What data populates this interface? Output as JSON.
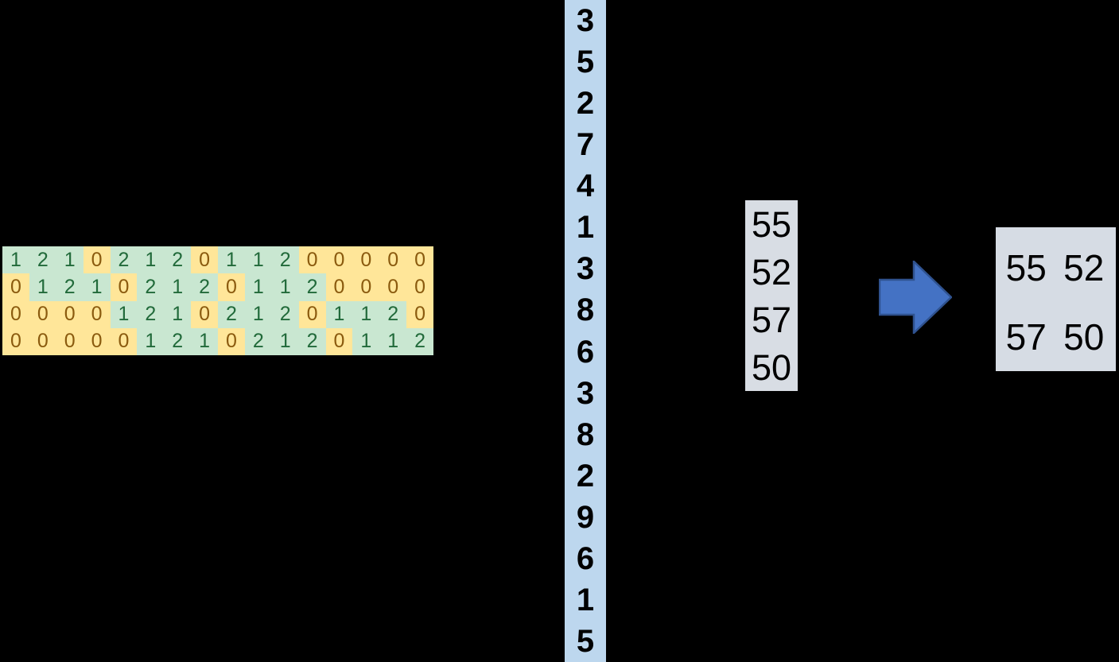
{
  "colors": {
    "background": "#000000",
    "matrix_green_fill": "#C9E7D1",
    "matrix_yellow_fill": "#FFE699",
    "matrix_green_text": "#216A3A",
    "matrix_brown_text": "#8A5A0E",
    "input_vector_fill": "#BDD7EE",
    "number_text": "#000000",
    "result_vector_fill": "#D8DDE4",
    "output_matrix_fill": "#D6DCE4",
    "arrow_fill": "#4472C4",
    "arrow_border": "#2F528F"
  },
  "weight_matrix": {
    "rows": [
      [
        1,
        2,
        1,
        0,
        2,
        1,
        2,
        0,
        1,
        1,
        2,
        0,
        0,
        0,
        0,
        0
      ],
      [
        0,
        1,
        2,
        1,
        0,
        2,
        1,
        2,
        0,
        1,
        1,
        2,
        0,
        0,
        0,
        0
      ],
      [
        0,
        0,
        0,
        0,
        1,
        2,
        1,
        0,
        2,
        1,
        2,
        0,
        1,
        1,
        2,
        0
      ],
      [
        0,
        0,
        0,
        0,
        0,
        1,
        2,
        1,
        0,
        2,
        1,
        2,
        0,
        1,
        1,
        2
      ]
    ]
  },
  "input_vector": {
    "values": [
      3,
      5,
      2,
      7,
      4,
      1,
      3,
      8,
      6,
      3,
      8,
      2,
      9,
      6,
      1,
      5
    ]
  },
  "result_vector": {
    "values": [
      55,
      52,
      57,
      50
    ]
  },
  "arrow": {
    "icon": "right-block-arrow"
  },
  "output_matrix": {
    "rows": [
      [
        55,
        52
      ],
      [
        57,
        50
      ]
    ]
  }
}
